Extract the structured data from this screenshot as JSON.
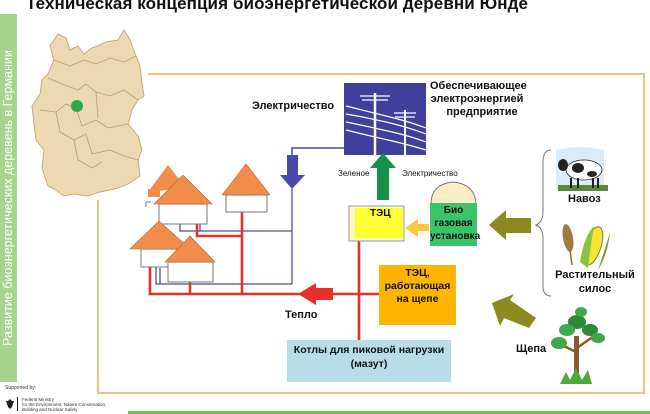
{
  "title": "Техническая концепция биоэнергетической деревни Юнде",
  "sidebar": {
    "text": "Развитие биоэнергетических деревень в Германии"
  },
  "labels": {
    "electricity_top": "Электричество",
    "utility": [
      "Обеспечивающее",
      "электроэнергией",
      "предприятие"
    ],
    "green": "Зеленое",
    "electricity_green": "Электричество",
    "chp": "ТЭЦ",
    "biogas": [
      "Био",
      "газовая",
      "установка"
    ],
    "manure": "Навоз",
    "silage": [
      "Растительный",
      "силос"
    ],
    "chp_wood": [
      "ТЭЦ,",
      "работающая",
      "на щепе"
    ],
    "heat": "Тепло",
    "boilers": [
      "Котлы для пиковой нагрузки",
      "(мазут)"
    ],
    "woodchips": "Щепа"
  },
  "footer": {
    "supported_by": "Supported by:",
    "ministry": [
      "Federal Ministry",
      "for the Environment, Nature Conservation,",
      "Building and Nuclear Safety"
    ]
  },
  "colors": {
    "sidebar": "#a6d48c",
    "frame": "#f0c080",
    "roof": "#f28c4a",
    "heat_pipe": "#e8302a",
    "electric_line": "#4a4aa8",
    "utility_box": "#3f3f9c",
    "chp_box": "#ffff33",
    "biogas_box": "#3cc46a",
    "wood_chp_box": "#ffb400",
    "boiler_box": "#b8dde8",
    "olive_arrow": "#8a8a20",
    "green_arrow": "#16914a",
    "map_fill": "#ecd9b4",
    "village_marker": "#2ea84a"
  }
}
